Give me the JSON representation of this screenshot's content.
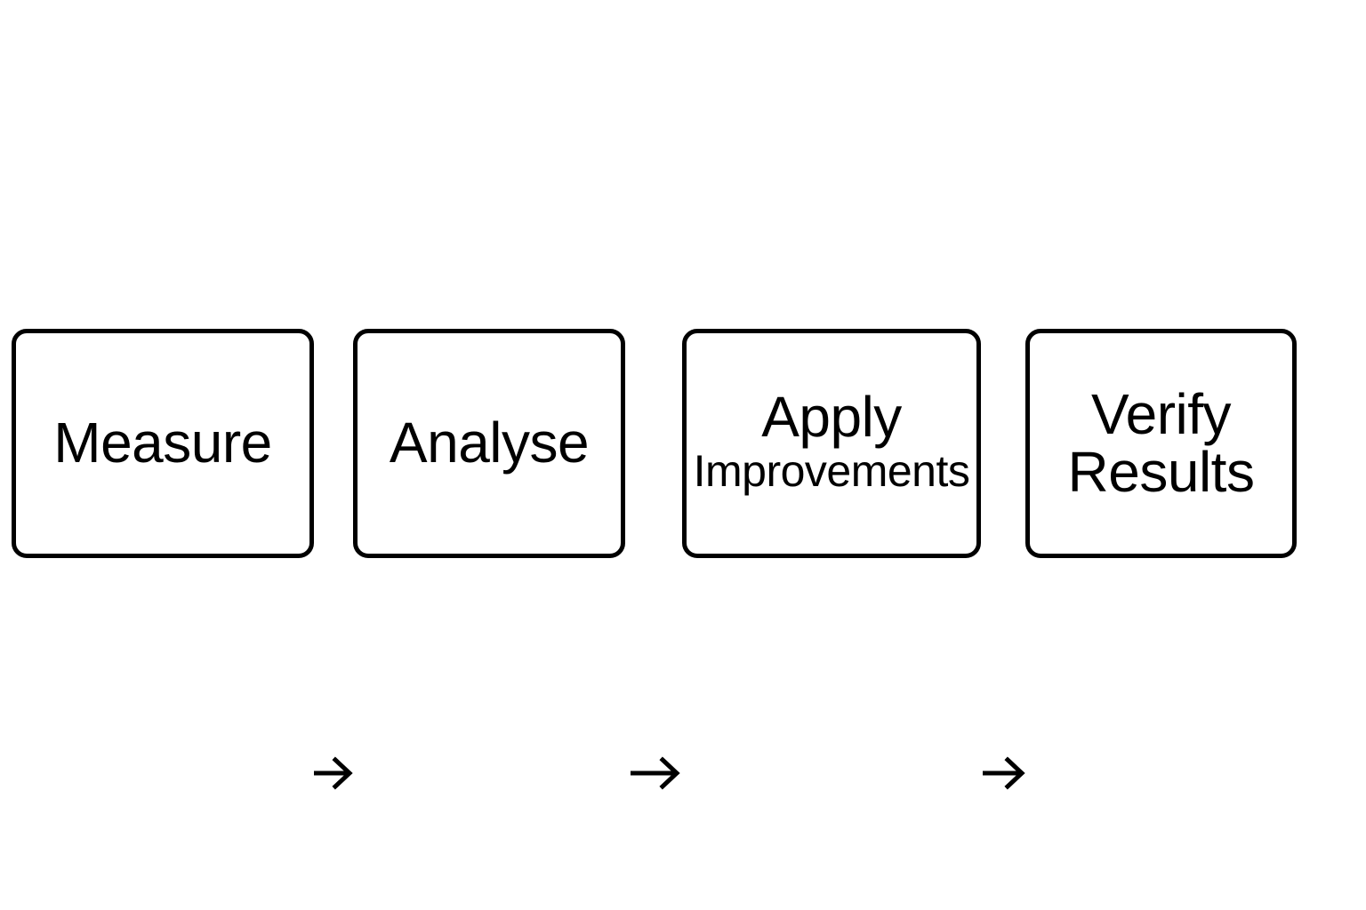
{
  "diagram": {
    "type": "linear-process-flow",
    "orientation": "horizontal",
    "background_color": "#ffffff",
    "stroke_color": "#000000",
    "nodes": [
      {
        "id": "measure",
        "lines": [
          {
            "text": "Measure",
            "size": "lg"
          }
        ]
      },
      {
        "id": "analyse",
        "lines": [
          {
            "text": "Analyse",
            "size": "lg"
          }
        ]
      },
      {
        "id": "apply",
        "lines": [
          {
            "text": "Apply",
            "size": "lg"
          },
          {
            "text": "Improvements",
            "size": "md"
          }
        ]
      },
      {
        "id": "verify",
        "lines": [
          {
            "text": "Verify",
            "size": "lg"
          },
          {
            "text": "Results",
            "size": "lg"
          }
        ]
      }
    ],
    "connectors": [
      {
        "id": "arrow-1",
        "from": "measure",
        "to": "analyse",
        "icon": "arrow-right-icon"
      },
      {
        "id": "arrow-2",
        "from": "analyse",
        "to": "apply",
        "icon": "arrow-right-icon"
      },
      {
        "id": "arrow-3",
        "from": "apply",
        "to": "verify",
        "icon": "arrow-right-icon"
      }
    ]
  }
}
